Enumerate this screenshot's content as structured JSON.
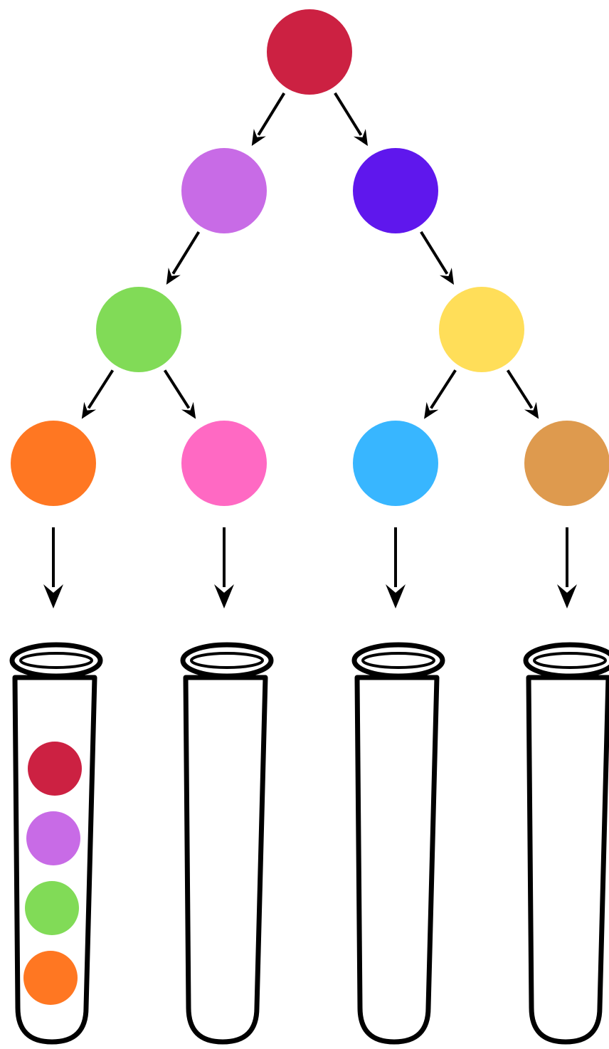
{
  "diagram": {
    "nodes": [
      {
        "id": "root",
        "color": "#CC2142",
        "parent": null
      },
      {
        "id": "l1-left",
        "color": "#C86BE6",
        "parent": "root"
      },
      {
        "id": "l1-right",
        "color": "#5F17ED",
        "parent": "root"
      },
      {
        "id": "l2-left",
        "color": "#81DB57",
        "parent": "l1-left"
      },
      {
        "id": "l2-right",
        "color": "#FFDE59",
        "parent": "l1-right"
      },
      {
        "id": "leaf-1",
        "color": "#FF7722",
        "parent": "l2-left"
      },
      {
        "id": "leaf-2",
        "color": "#FF69C3",
        "parent": "l2-left"
      },
      {
        "id": "leaf-3",
        "color": "#38B6FF",
        "parent": "l2-right"
      },
      {
        "id": "leaf-4",
        "color": "#DE9A4E",
        "parent": "l2-right"
      }
    ],
    "tubes": [
      {
        "id": "tube-1",
        "source": "leaf-1",
        "contents": [
          "#CC2142",
          "#C86BE6",
          "#81DB57",
          "#FF7722"
        ]
      },
      {
        "id": "tube-2",
        "source": "leaf-2",
        "contents": []
      },
      {
        "id": "tube-3",
        "source": "leaf-3",
        "contents": []
      },
      {
        "id": "tube-4",
        "source": "leaf-4",
        "contents": []
      }
    ]
  }
}
